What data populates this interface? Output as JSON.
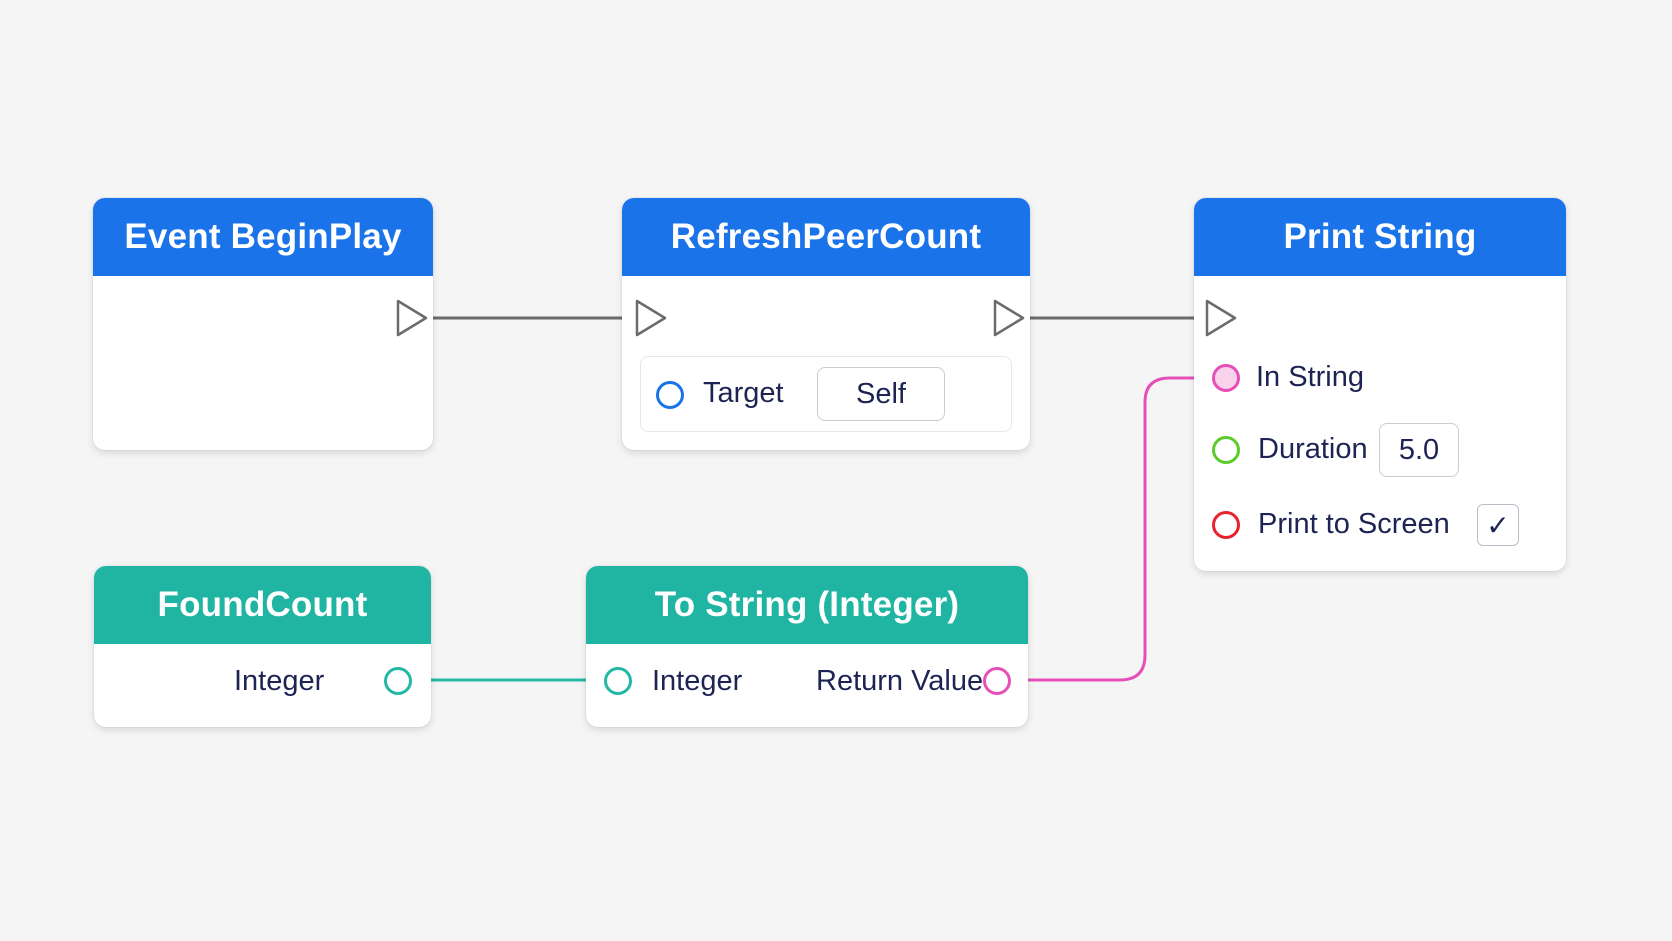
{
  "nodes": {
    "begin_play": {
      "title": "Event BeginPlay",
      "header_color": "#1a73e8"
    },
    "refresh_peer_count": {
      "title": "RefreshPeerCount",
      "header_color": "#1a73e8",
      "target": {
        "label": "Target",
        "value": "Self",
        "pin_color": "#1a73e8"
      }
    },
    "print_string": {
      "title": "Print String",
      "header_color": "#1a73e8",
      "in_string": {
        "label": "In String",
        "pin_color": "#e64fb7"
      },
      "duration": {
        "label": "Duration",
        "value": "5.0",
        "pin_color": "#5ccc2c"
      },
      "print_to_screen": {
        "label": "Print to Screen",
        "checked": true,
        "check_mark": "✓",
        "pin_color": "#e8222c"
      }
    },
    "found_count": {
      "title": "FoundCount",
      "header_color": "#20b5a2",
      "output": {
        "label": "Integer",
        "pin_color": "#22b8a4"
      }
    },
    "to_string_integer": {
      "title": "To String (Integer)",
      "header_color": "#20b5a2",
      "input": {
        "label": "Integer",
        "pin_color": "#22b8a4"
      },
      "output": {
        "label": "Return Value",
        "pin_color": "#e64fb7"
      }
    }
  },
  "connections": [
    {
      "from": "begin_play.exec_out",
      "to": "refresh_peer_count.exec_in",
      "type": "exec",
      "color": "#6b6b6b"
    },
    {
      "from": "refresh_peer_count.exec_out",
      "to": "print_string.exec_in",
      "type": "exec",
      "color": "#6b6b6b"
    },
    {
      "from": "found_count.integer_out",
      "to": "to_string_integer.integer_in",
      "type": "integer",
      "color": "#22b8a4"
    },
    {
      "from": "to_string_integer.return_value",
      "to": "print_string.in_string",
      "type": "string",
      "color": "#e64fb7"
    }
  ]
}
